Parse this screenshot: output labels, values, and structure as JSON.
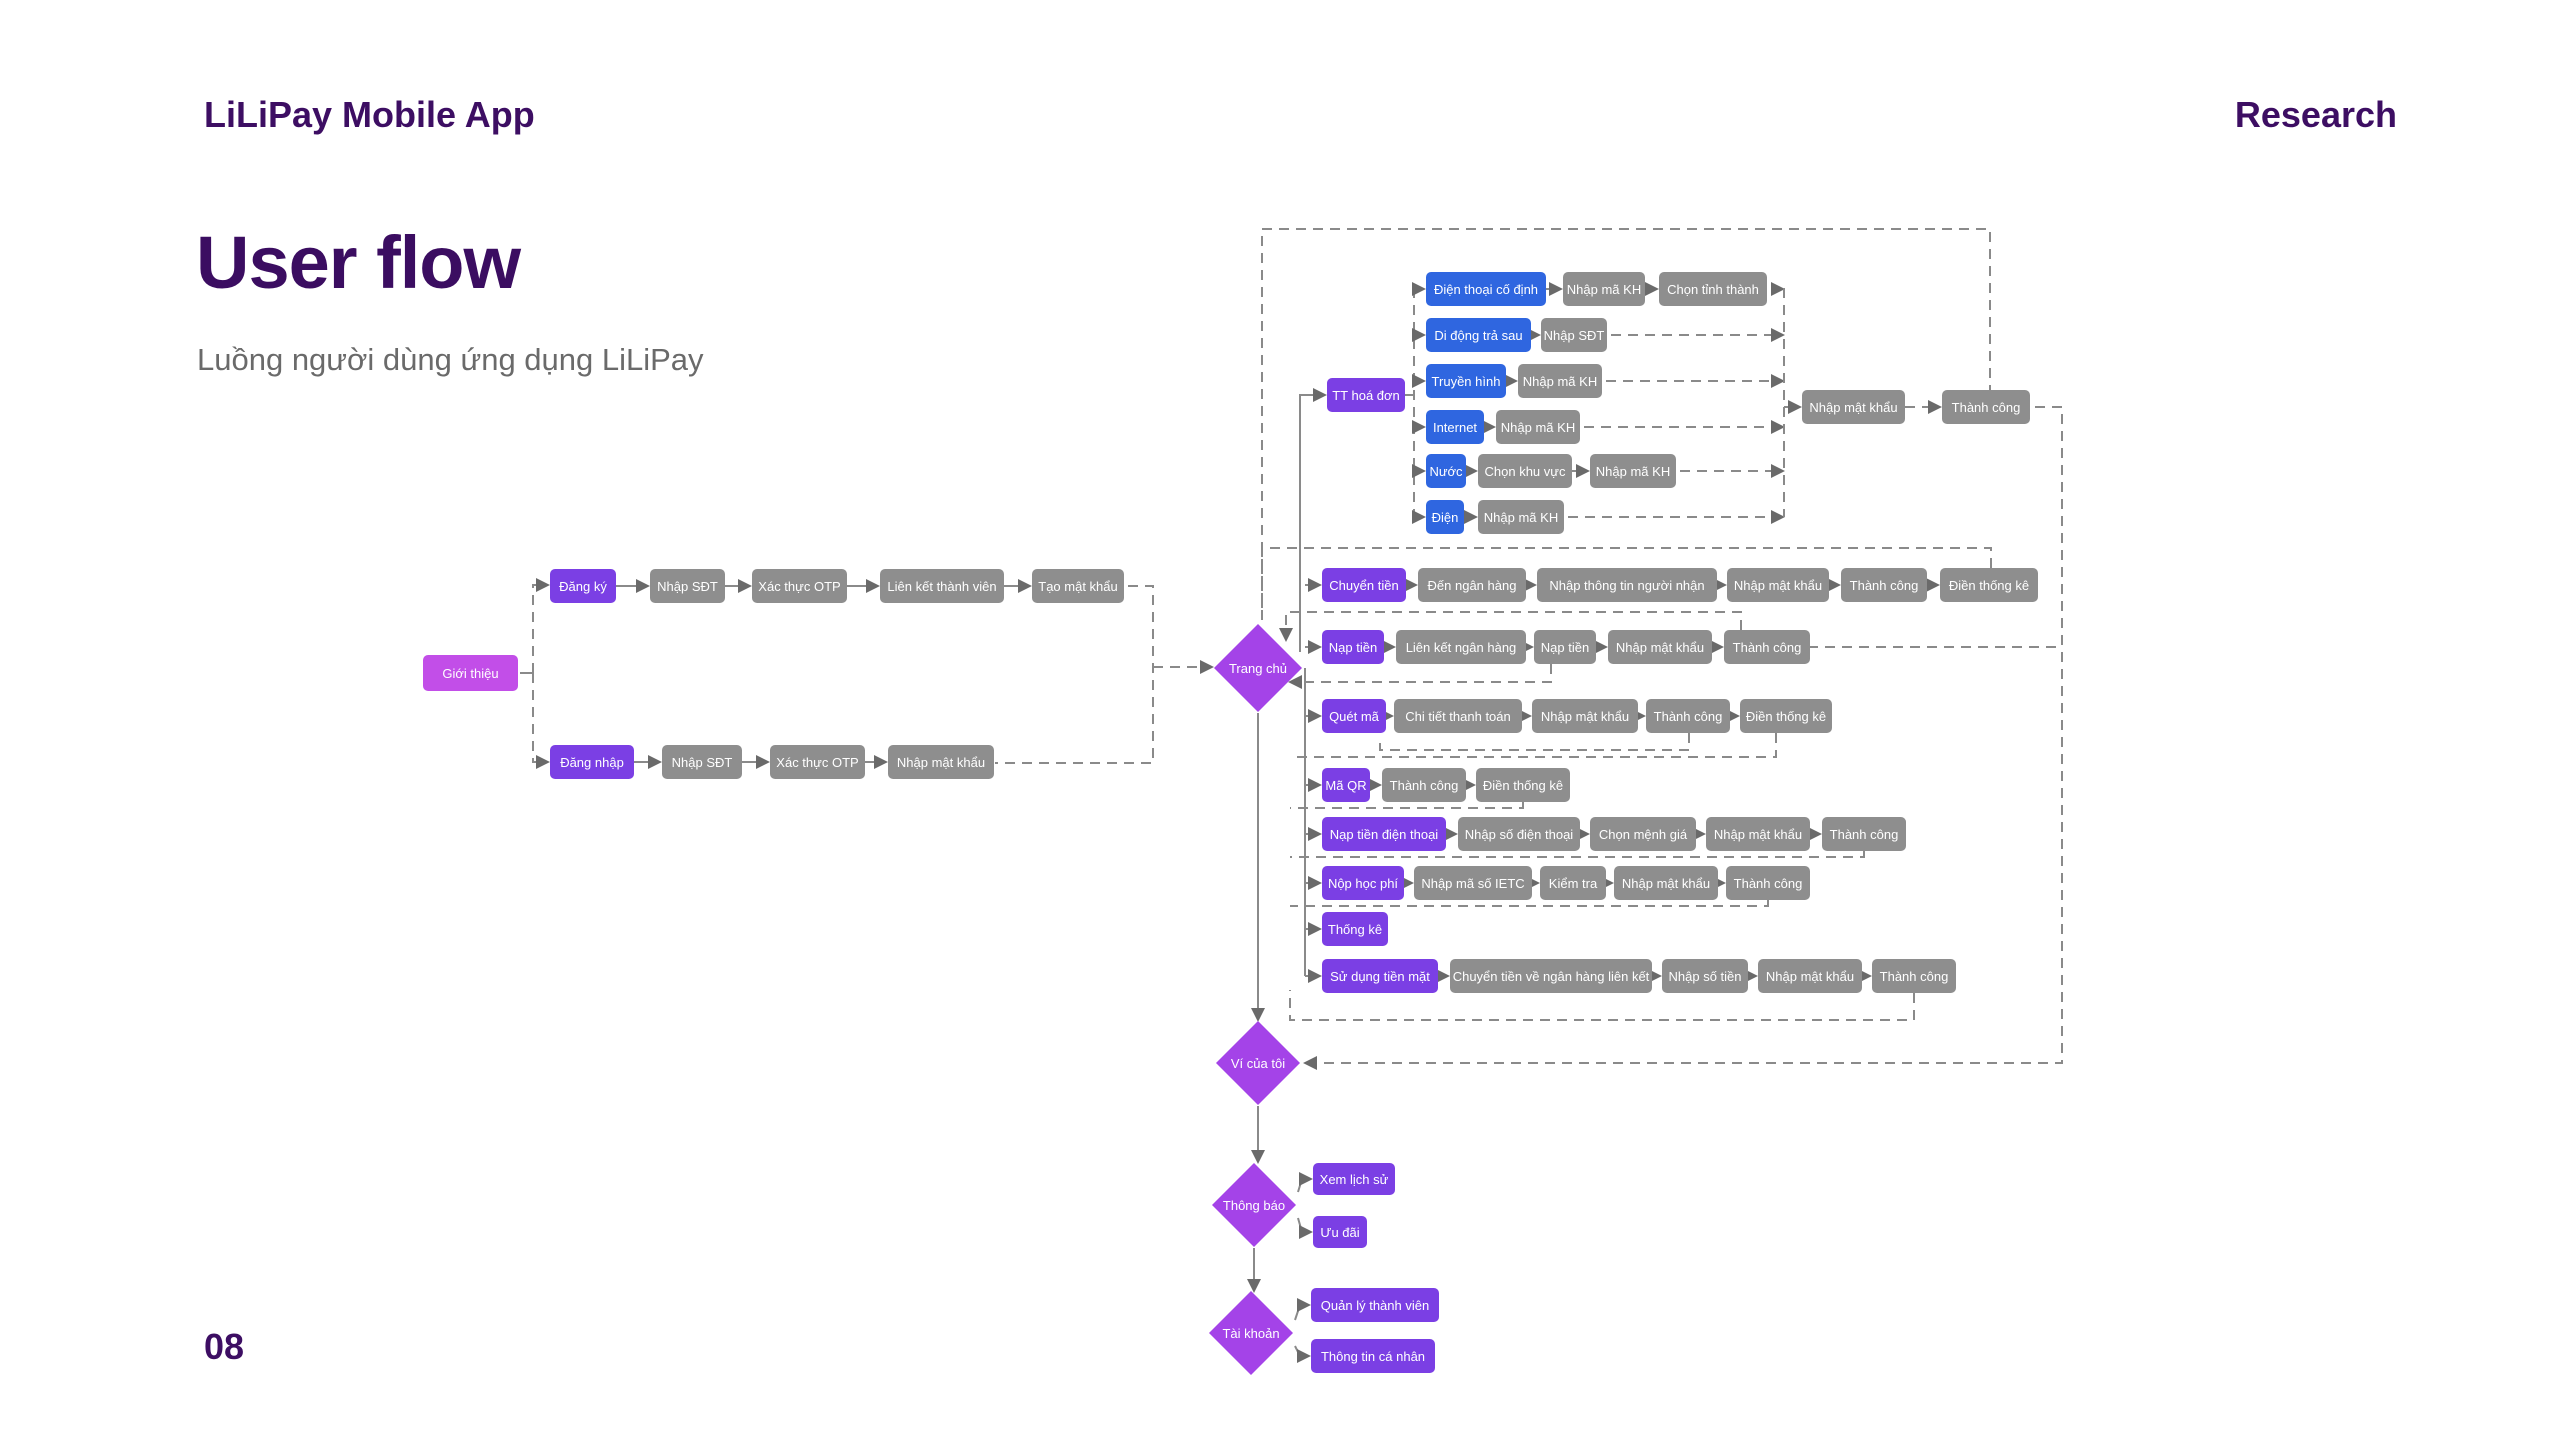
{
  "header": {
    "brand": "LiLiPay Mobile App",
    "section": "Research"
  },
  "title": "User flow",
  "subtitle": "Luồng người dùng ứng dụng LiLiPay",
  "page_number": "08",
  "colors": {
    "purple": "#7b3fe4",
    "diamond": "#a443e8",
    "grey": "#8e8e8e",
    "blue": "#2f66e0",
    "pink": "#c24ee8",
    "heading": "#3d0e63",
    "connector": "#8a8a8a"
  },
  "nodes": {
    "gioi_thieu": "Giới thiệu",
    "dang_ky": "Đăng ký",
    "dk_sdt": "Nhập SĐT",
    "dk_otp": "Xác thực OTP",
    "dk_lienket": "Liên kết thành viên",
    "dk_matkhau": "Tạo mật khẩu",
    "dang_nhap": "Đăng nhập",
    "dn_sdt": "Nhập SĐT",
    "dn_otp": "Xác thực OTP",
    "dn_matkhau": "Nhập mật khẩu",
    "trang_chu": "Trang chủ",
    "vi_cua_toi": "Ví của tôi",
    "thong_bao": "Thông báo",
    "tai_khoan": "Tài khoản",
    "tt_hoa_don": "TT hoá đơn",
    "dien_thoai_co_dinh": "Điện thoại cố định",
    "dtcd_ma": "Nhập mã KH",
    "dtcd_tinh": "Chọn tỉnh thành",
    "di_dong_tra_sau": "Di động trả sau",
    "ddts_sdt": "Nhập SĐT",
    "truyen_hinh": "Truyền hình",
    "th_ma": "Nhập mã KH",
    "internet": "Internet",
    "in_ma": "Nhập mã KH",
    "nuoc": "Nước",
    "nuoc_khuvuc": "Chọn khu vực",
    "nuoc_ma": "Nhập mã KH",
    "dien": "Điện",
    "dien_ma": "Nhập mã KH",
    "hd_matkhau": "Nhập mật khẩu",
    "hd_thanhcong": "Thành công",
    "chuyen_tien": "Chuyển tiền",
    "ct_nganhang": "Đến ngân hàng",
    "ct_thongtin": "Nhập thông tin người nhận",
    "ct_matkhau": "Nhập mật khẩu",
    "ct_thanhcong": "Thành công",
    "ct_thongke": "Điền thống kê",
    "nap_tien": "Nạp tiền",
    "nt_lienket": "Liên kết ngân hàng",
    "nt_naptien": "Nạp tiền",
    "nt_matkhau": "Nhập mật khẩu",
    "nt_thanhcong": "Thành công",
    "quet_ma": "Quét mã",
    "qm_chitiet": "Chi tiết thanh toán",
    "qm_matkhau": "Nhập mật khẩu",
    "qm_thanhcong": "Thành công",
    "qm_thongke": "Điền thống kê",
    "ma_qr": "Mã QR",
    "qr_thanhcong": "Thành công",
    "qr_thongke": "Điền thống kê",
    "nap_tien_dt": "Nạp tiền điện thoại",
    "ndt_sdt": "Nhập số điện thoại",
    "ndt_menhgia": "Chọn mệnh giá",
    "ndt_matkhau": "Nhập mật khẩu",
    "ndt_thanhcong": "Thành công",
    "nop_hoc_phi": "Nộp học phí",
    "hp_ma": "Nhập mã số IETC",
    "hp_kiemtra": "Kiểm tra",
    "hp_matkhau": "Nhập mật khẩu",
    "hp_thanhcong": "Thành công",
    "thong_ke": "Thống kê",
    "su_dung_tien_mat": "Sử dụng tiền mặt",
    "tm_chuyen": "Chuyển tiền về ngân hàng liên kết",
    "tm_sotien": "Nhập số tiền",
    "tm_matkhau": "Nhập mật khẩu",
    "tm_thanhcong": "Thành công",
    "xem_lich_su": "Xem lịch sử",
    "uu_dai": "Ưu đãi",
    "quan_ly_tv": "Quản lý thành viên",
    "thong_tin_cn": "Thông tin cá nhân"
  }
}
